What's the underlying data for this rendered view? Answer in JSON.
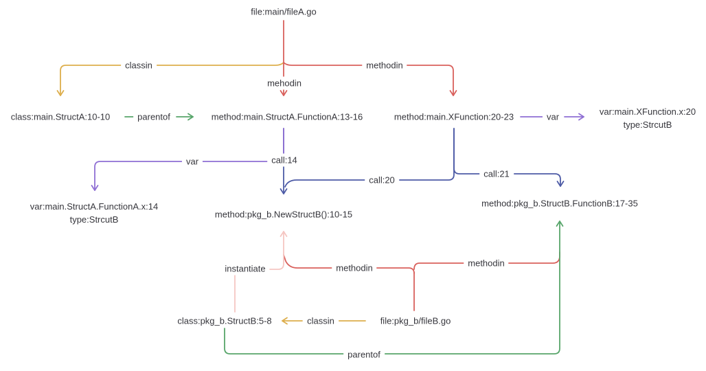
{
  "colors": {
    "classin": "#ddae4c",
    "methodin": "#d9605c",
    "parentof": "#57a56a",
    "var": "#8f6fd4",
    "call": "#4d5ba6",
    "instantiate": "#f5c6c2",
    "text": "#36363c",
    "background": "#ffffff"
  },
  "diagram": {
    "nodes": {
      "fileA": "file:main/fileA.go",
      "structA": "class:main.StructA:10-10",
      "functionA": "method:main.StructA.FunctionA:13-16",
      "xfunction": "method:main.XFunction:20-23",
      "varX20_line1": "var:main.XFunction.x:20",
      "varX20_line2": "type:StrcutB",
      "varX14_line1": "var:main.StructA.FunctionA.x:14",
      "varX14_line2": "type:StrcutB",
      "newStructB": "method:pkg_b.NewStructB():10-15",
      "functionB": "method:pkg_b.StructB.FunctionB:17-35",
      "structB": "class:pkg_b.StructB:5-8",
      "fileB": "file:pkg_b/fileB.go"
    },
    "edge_labels": {
      "classin_top": "classin",
      "methodin_top": "methodin",
      "mehodin": "mehodin",
      "parentof_mid": "parentof",
      "var_right": "var",
      "var_left": "var",
      "call14": "call:14",
      "call20": "call:20",
      "call21": "call:21",
      "instantiate": "instantiate",
      "methodin_newstructb": "methodin",
      "methodin_functionb": "methodin",
      "classin_bottom": "classin",
      "parentof_bottom": "parentof"
    }
  }
}
